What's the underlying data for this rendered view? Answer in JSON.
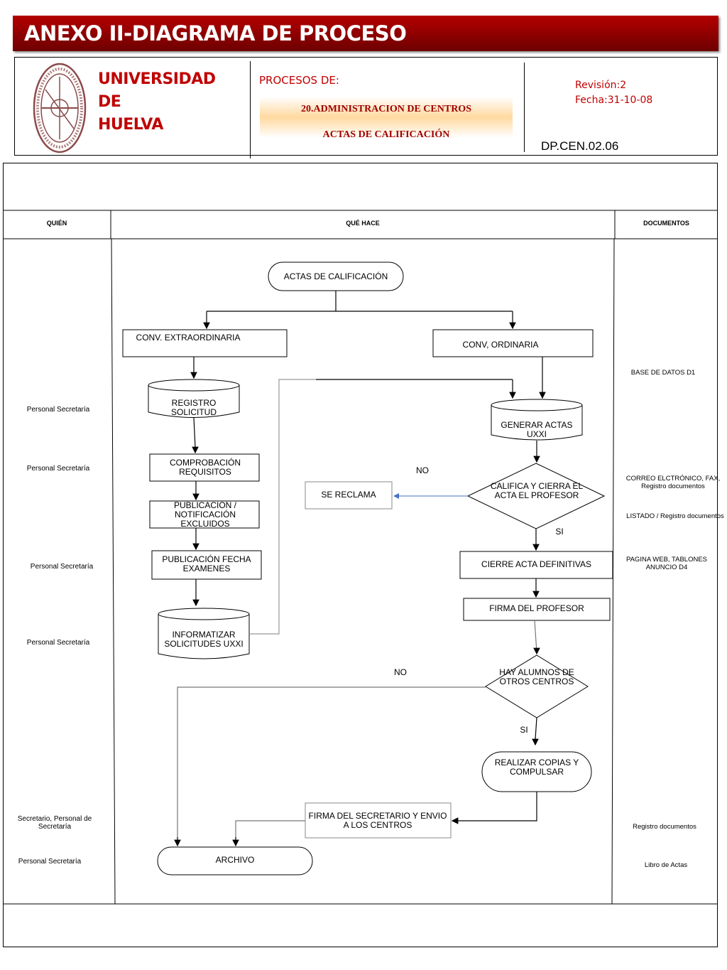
{
  "header": {
    "banner_title": "ANEXO II-DIAGRAMA DE PROCESO",
    "university_line1": "UNIVERSIDAD DE",
    "university_line2": "HUELVA",
    "processes_label": "PROCESOS DE:",
    "process_name": "20.ADMINISTRACION DE CENTROS",
    "process_subname": "ACTAS DE CALIFICACIÓN",
    "revision": "Revisión:2",
    "date": "Fecha:31-10-08",
    "doc_code": "DP.CEN.02.06",
    "seal_icon": "university-seal-icon"
  },
  "columns": {
    "who": "QUIÉN",
    "what": "QUÉ HACE",
    "docs": "DOCUMENTOS"
  },
  "who": [
    "Personal Secretaría",
    "Personal Secretaría",
    "Personal Secretaría",
    "Personal Secretaría",
    "Secretario, Personal de Secretaría",
    "Personal Secretaría"
  ],
  "documents": [
    "BASE DE DATOS  D1",
    "CORREO ELCTRÓNICO, FAX, Registro documentos",
    "LISTADO / Registro documentos",
    "PAGINA WEB, TABLONES ANUNCIO D4",
    "Registro documentos",
    "Libro de Actas"
  ],
  "flow": {
    "start": "ACTAS DE CALIFICACIÓN",
    "conv_extra": "CONV. EXTRAORDINARIA",
    "conv_ord": "CONV, ORDINARIA",
    "registro": "REGISTRO SOLICITUD",
    "comprobacion": "COMPROBACIÓN REQUISITOS",
    "publicacion_excl": "PUBLICACIÓN / NOTIFICACIÓN EXCLUIDOS",
    "publicacion_fecha": "PUBLICACIÓN FECHA EXAMENES",
    "informatizar": "INFORMATIZAR SOLICITUDES UXXI",
    "generar": "GENERAR ACTAS UXXI",
    "califica": "CALIFICA Y CIERRA EL ACTA EL PROFESOR",
    "reclama": "SE RECLAMA",
    "cierre": "CIERRE ACTA DEFINITIVAS",
    "firma_prof": "FIRMA DEL PROFESOR",
    "hay_alumnos": "HAY ALUMNOS DE OTROS CENTROS",
    "copias": "REALIZAR COPIAS Y COMPULSAR",
    "firma_sec": "FIRMA DEL SECRETARIO Y ENVIO A LOS CENTROS",
    "archivo": "ARCHIVO",
    "no1": "NO",
    "si1": "SI",
    "no2": "NO",
    "si2": "SI"
  }
}
